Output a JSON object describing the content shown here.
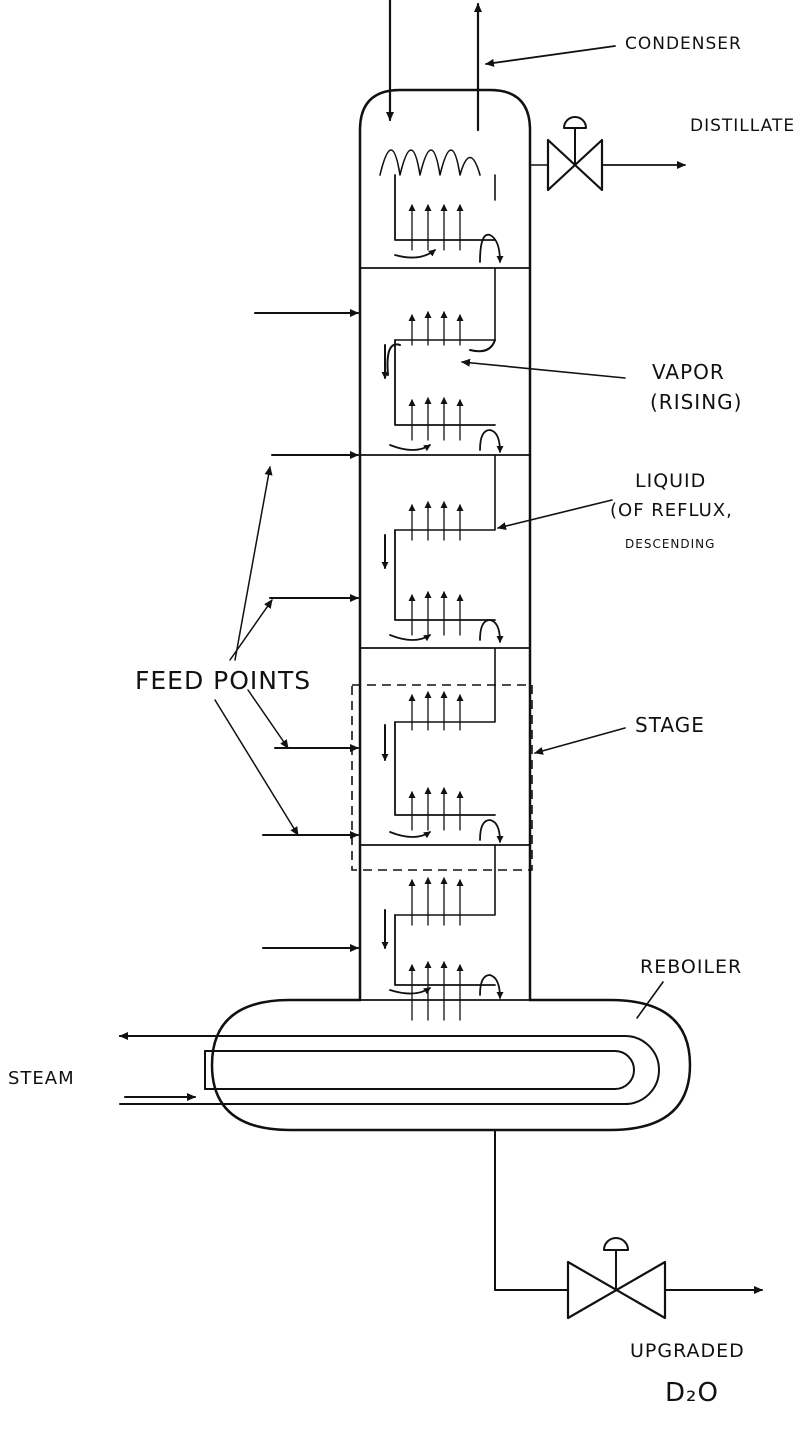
{
  "labels": {
    "condenser": "CONDENSER",
    "distillate": "DISTILLATE",
    "vapor_line1": "VAPOR",
    "vapor_line2": "(RISING)",
    "liquid_line1": "LIQUID",
    "liquid_line2": "(OF REFLUX,",
    "liquid_line3": "DESCENDING",
    "feed_points": "FEED POINTS",
    "stage": "STAGE",
    "reboiler": "REBOILER",
    "steam": "STEAM",
    "upgraded_line1": "UPGRADED",
    "upgraded_line2": "D₂O"
  },
  "colors": {
    "ink": "#111111",
    "paper": "#ffffff"
  }
}
